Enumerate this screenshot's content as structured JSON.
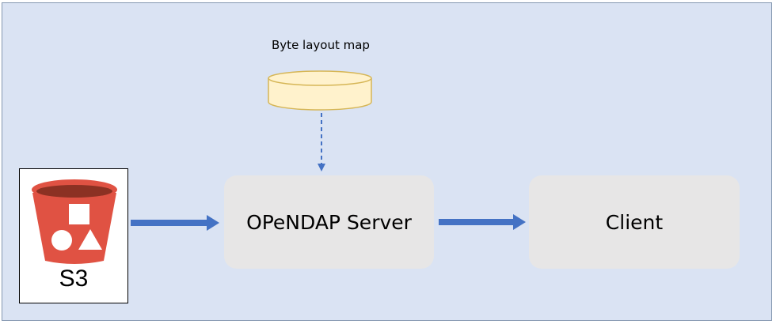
{
  "diagram": {
    "layout_map": {
      "label": "Byte layout map",
      "icon": "database-cylinder-icon"
    },
    "s3": {
      "label": "S3",
      "icon": "s3-bucket-icon"
    },
    "server": {
      "label": "OPeNDAP Server"
    },
    "client": {
      "label": "Client"
    }
  },
  "colors": {
    "background": "#dae3f3",
    "node_fill": "#e7e6e6",
    "arrow": "#4472c4",
    "db_fill": "#fff2cc",
    "db_stroke": "#d6b656",
    "s3_red": "#e05243"
  }
}
